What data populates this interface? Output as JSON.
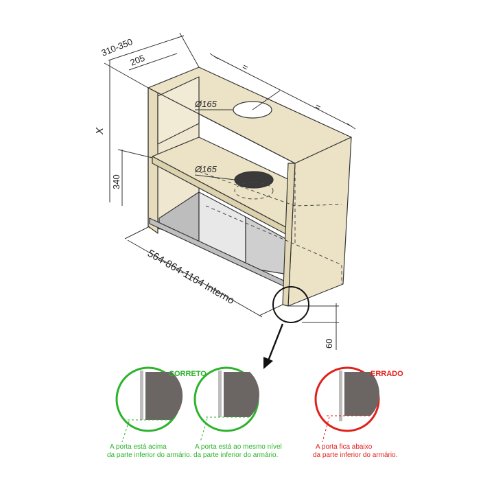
{
  "dimensions": {
    "depth_outer": "310-350",
    "depth_inner": "205",
    "height": "X",
    "shelf_height": "340",
    "hole_top": "Ø165",
    "hole_shelf": "Ø165",
    "width_label": "564-864-1164 Interno",
    "equal_mark_1": "=",
    "equal_mark_2": "=",
    "plinth": "60"
  },
  "details": {
    "correct_heading": "CORRETO",
    "wrong_heading": "ERRADO",
    "correct_1": {
      "line1": "A porta está acima",
      "line2": "da parte inferior do armário."
    },
    "correct_2": {
      "line1": "A porta está ao mesmo nível",
      "line2": "da parte inferior do armário."
    },
    "wrong_1": {
      "line1": "A porta fica abaixo",
      "line2": "da parte inferior do armário."
    }
  },
  "colors": {
    "panel": "#ece3c7",
    "edge": "#333333",
    "correct": "#2bb32b",
    "wrong": "#e0201b",
    "door": "#6b6664",
    "appliance": "#d9d9d9"
  }
}
